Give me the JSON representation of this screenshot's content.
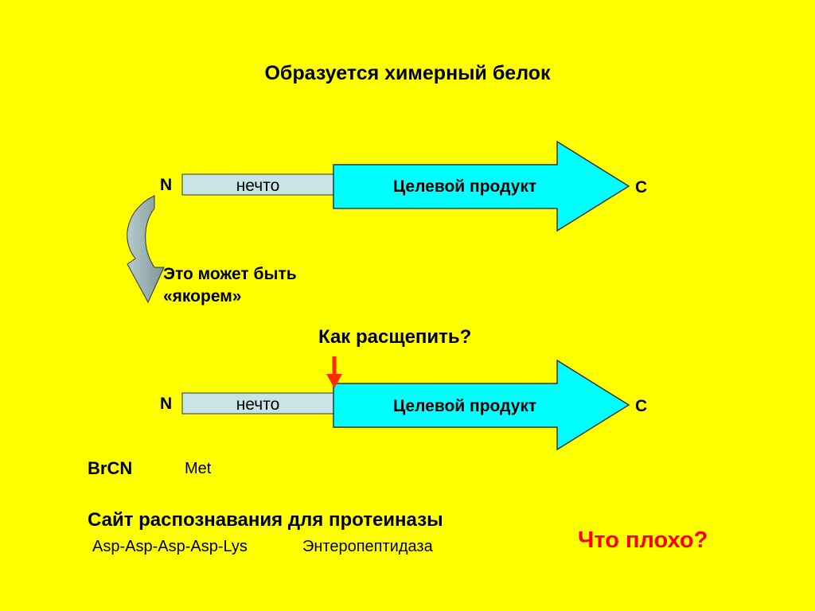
{
  "title": "Образуется химерный белок",
  "construct1": {
    "n_label": "N",
    "segment_label": "нечто",
    "arrow_label": "Целевой продукт",
    "c_label": "C"
  },
  "anchor_note": "Это может быть «якорем»",
  "question_cleave": "Как расщепить?",
  "construct2": {
    "n_label": "N",
    "segment_label": "нечто",
    "arrow_label": "Целевой продукт",
    "c_label": "C"
  },
  "brcn": {
    "reagent": "BrCN",
    "target": "Met"
  },
  "protease": {
    "heading": "Сайт распознавания для протеиназы",
    "sequence": "Asp-Asp-Asp-Asp-Lys",
    "enzyme": "Энтеропептидаза"
  },
  "question_bad": "Что плохо?",
  "colors": {
    "background": "#ffff00",
    "segment": "#c8e4e4",
    "arrow": "#00ffff",
    "curved_arrow": "#8fa6a6",
    "cut_marker": "#ff2a00",
    "question_bad": "#ff0000"
  },
  "icons": {
    "curved_arrow": "curved-down-arrow-icon",
    "cut_marker": "down-arrow-icon"
  }
}
